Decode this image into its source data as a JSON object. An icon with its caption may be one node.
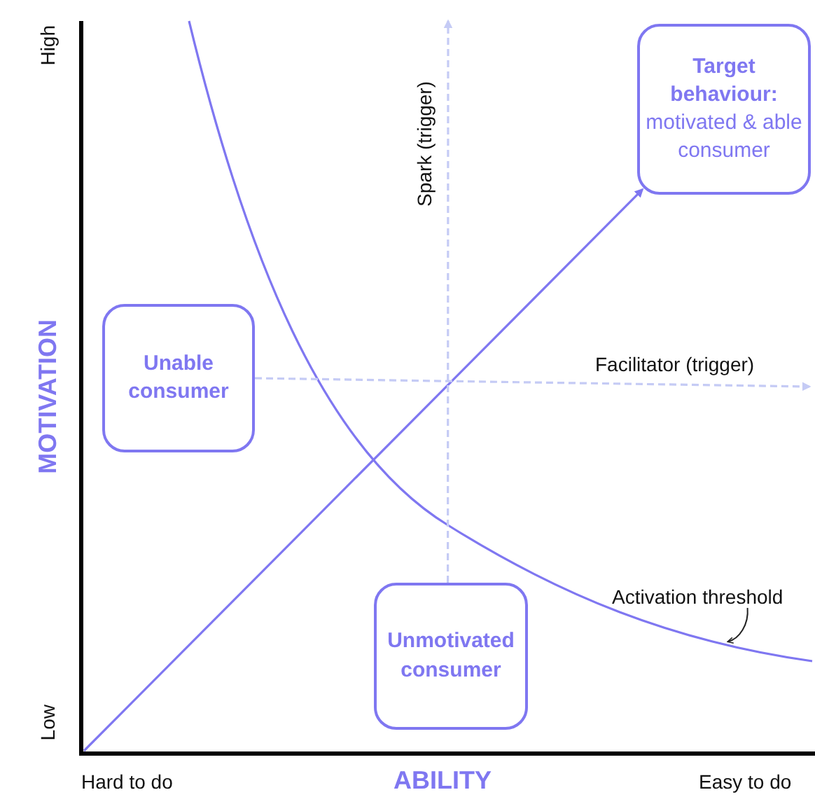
{
  "diagram": {
    "nodes": [
      {
        "text": [
          "Target behaviour:",
          "motivated & able consumer"
        ]
      },
      {
        "text": [
          "Unable consumer"
        ]
      },
      {
        "text": [
          "Unmotivated consumer"
        ]
      },
      {
        "text": [
          "Activation threshold"
        ]
      }
    ],
    "edges": [
      {
        "from": null,
        "to": 0,
        "arrow": "to"
      },
      {
        "from": 1,
        "to": null,
        "arrow": "to",
        "style": "dashed",
        "color": "#c5cbf5",
        "label": "Facilitator (trigger)"
      },
      {
        "from": 2,
        "to": null,
        "arrow": "to",
        "style": "dashed",
        "color": "#c5cbf5",
        "label": "Spark (trigger)"
      },
      {
        "from": 3,
        "to": null,
        "arrow": "to",
        "color": "#222222"
      }
    ],
    "labels": [
      "High",
      "MOTIVATION",
      "Low",
      "Hard to do",
      "ABILITY",
      "Easy to do"
    ]
  }
}
